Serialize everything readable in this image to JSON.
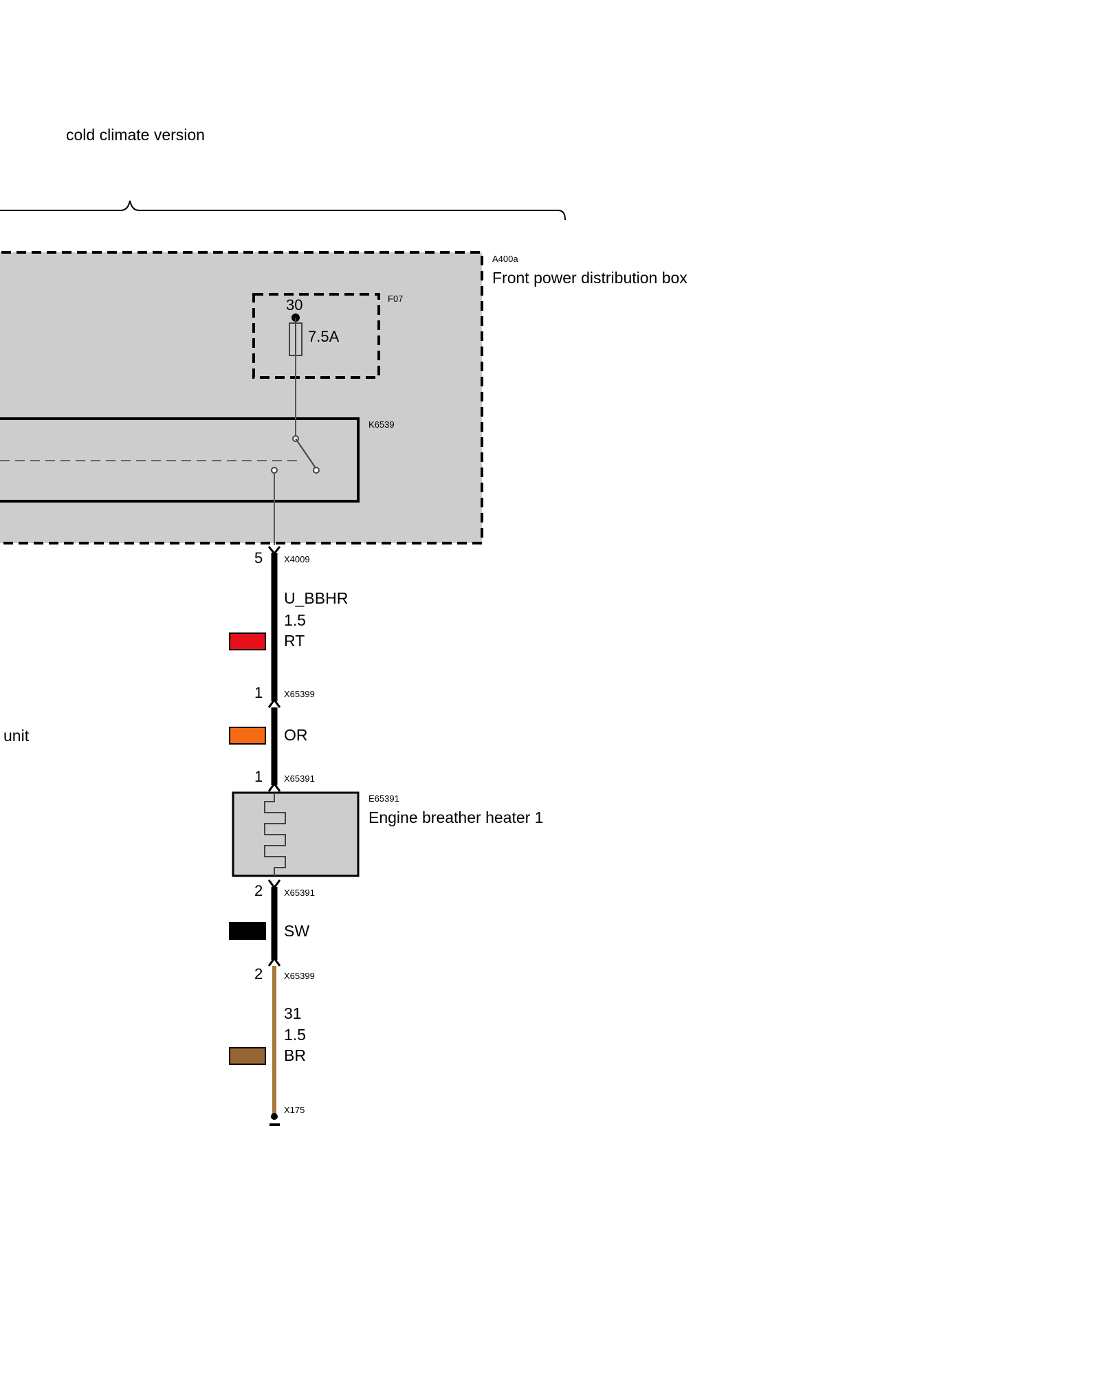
{
  "header": {
    "caption": "cold climate version"
  },
  "distribution_box": {
    "id": "A400a",
    "name": "Front power distribution box",
    "fuse": {
      "id": "F07",
      "terminal": "30",
      "rating": "7.5A"
    },
    "relay": {
      "id": "K6539"
    }
  },
  "connectors": {
    "x4009": {
      "id": "X4009",
      "pin": "5"
    },
    "x65399_top": {
      "id": "X65399",
      "pin": "1"
    },
    "x65391_top": {
      "id": "X65391",
      "pin": "1"
    },
    "x65391_bottom": {
      "id": "X65391",
      "pin": "2"
    },
    "x65399_bottom": {
      "id": "X65399",
      "pin": "2"
    },
    "ground": {
      "id": "X175"
    }
  },
  "wires": {
    "supply": {
      "signal": "U_BBHR",
      "gauge": "1.5",
      "color_code": "RT",
      "swatch": "#e8101a"
    },
    "heater_feed": {
      "color_code": "OR",
      "swatch": "#f56a12"
    },
    "heater_return": {
      "color_code": "SW",
      "swatch": "#000000"
    },
    "ground": {
      "signal": "31",
      "gauge": "1.5",
      "color_code": "BR",
      "swatch": "#9a6535"
    }
  },
  "heater": {
    "id": "E65391",
    "name": "Engine breather heater 1"
  },
  "left_fragment": {
    "label": "unit"
  },
  "colors": {
    "box_fill": "#cdcdcd",
    "ground_wire": "#a7773f",
    "thin_wire": "#555555"
  }
}
